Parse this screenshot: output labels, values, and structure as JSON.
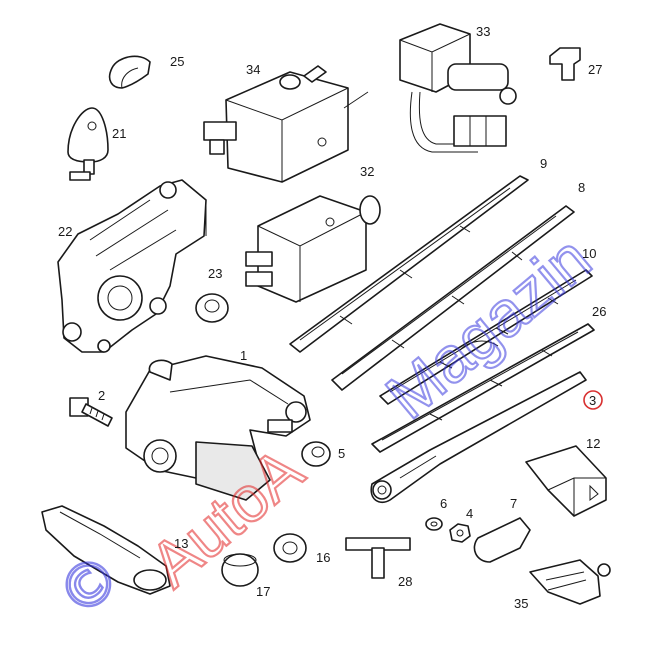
{
  "callouts": {
    "n1": "1",
    "n2": "2",
    "n3": "3",
    "n4": "4",
    "n5": "5",
    "n6": "6",
    "n7": "7",
    "n8": "8",
    "n9": "9",
    "n10": "10",
    "n12": "12",
    "n13": "13",
    "n16": "16",
    "n17": "17",
    "n21": "21",
    "n22": "22",
    "n23": "23",
    "n25": "25",
    "n26": "26",
    "n27": "27",
    "n28": "28",
    "n32": "32",
    "n33": "33",
    "n34": "34",
    "n35": "35"
  },
  "watermark": {
    "red_text": "AutoA",
    "blue_text": "Magazin",
    "copyright_symbol": "©"
  },
  "colors": {
    "line": "#1a1a1a",
    "watermark_red": "#e22424",
    "watermark_blue": "#3a3adf",
    "highlight": "#d83030"
  }
}
